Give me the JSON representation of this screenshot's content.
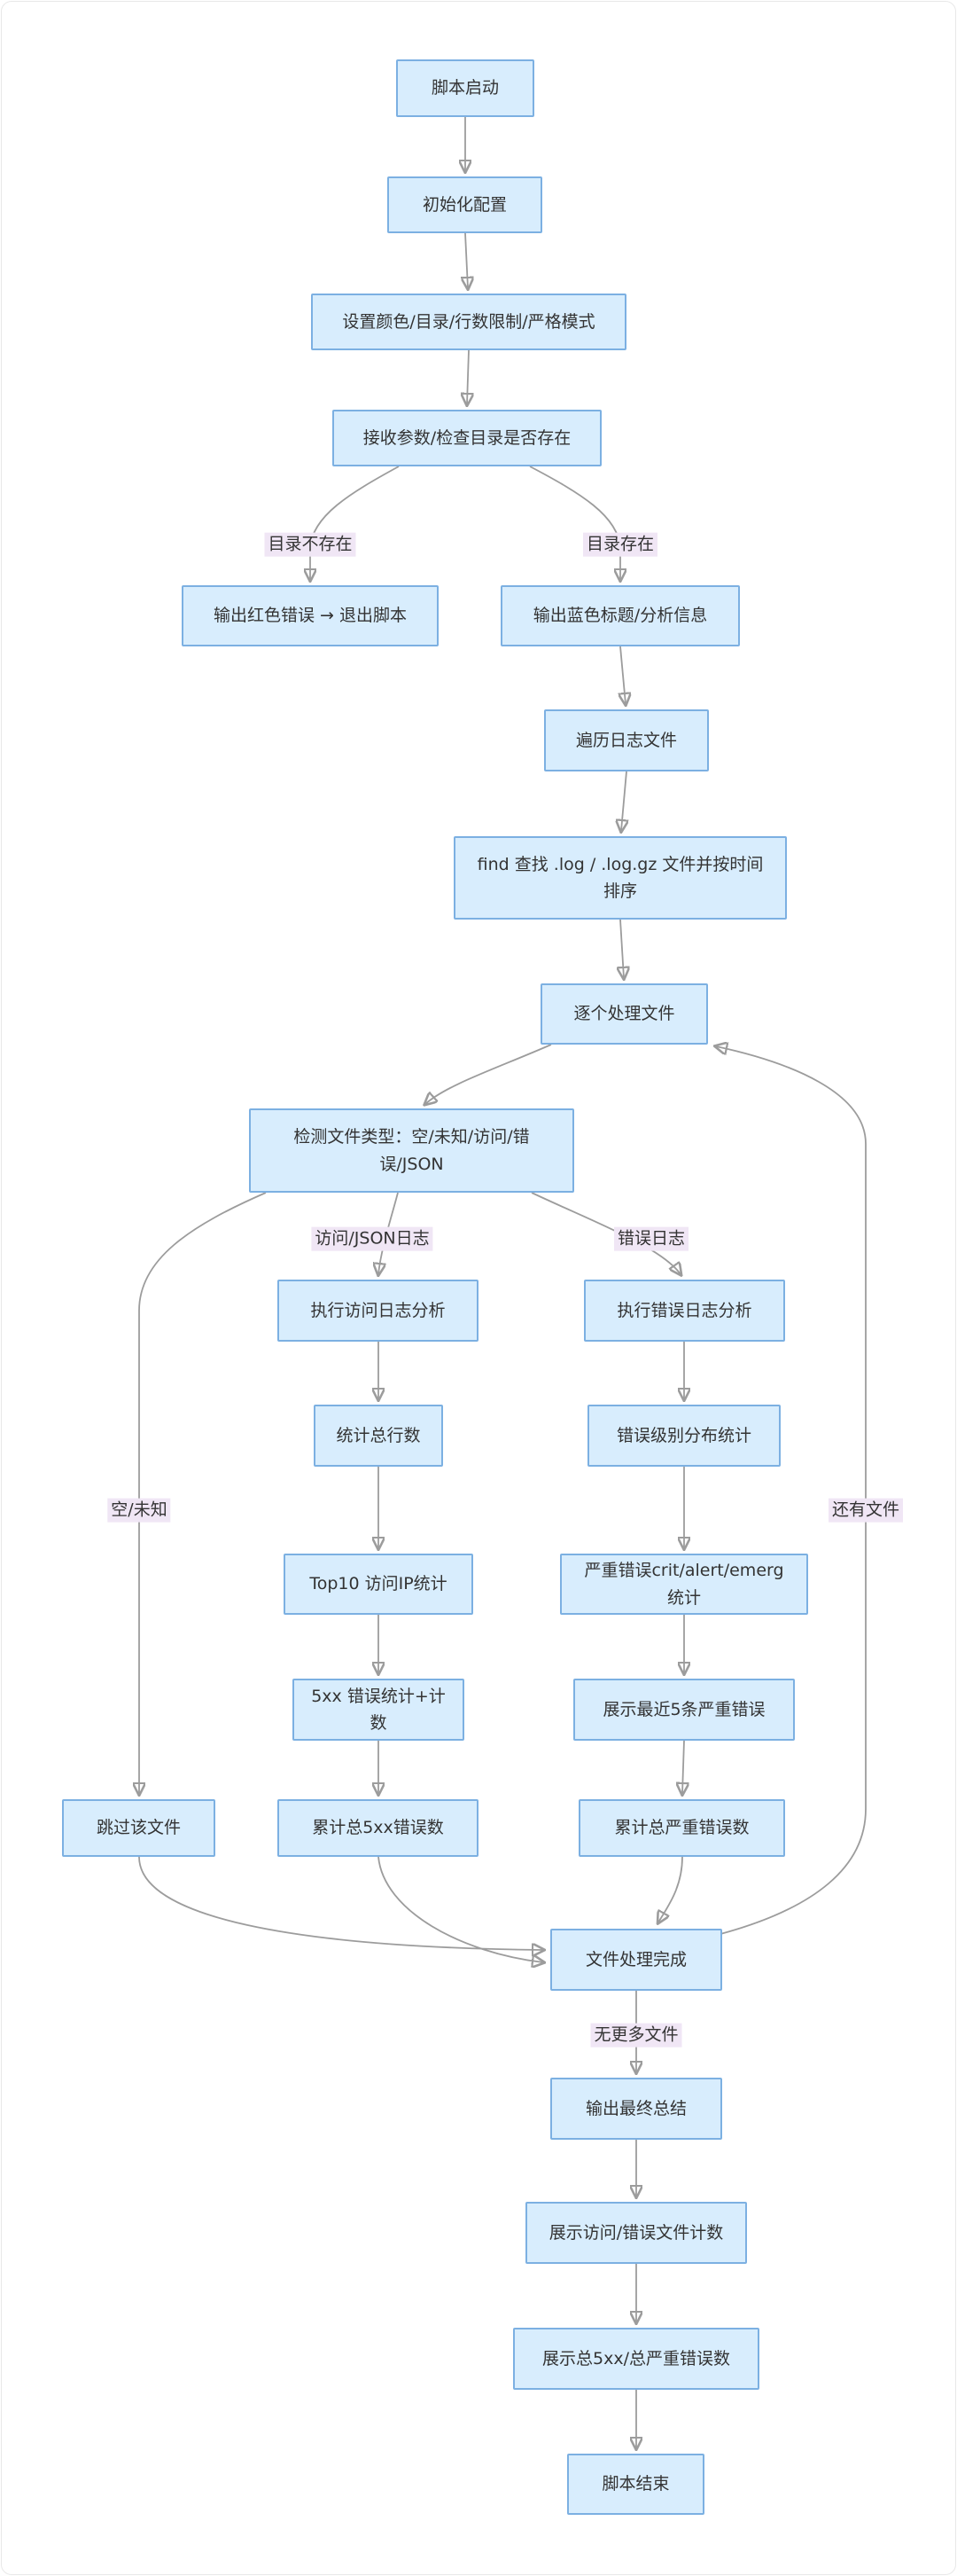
{
  "diagram": {
    "title": "log-analysis-script-flowchart",
    "colors": {
      "node_fill": "#D8EDFD",
      "node_border": "#7CB0E2",
      "edge_line": "#9C9C9C",
      "arrow": "#8F8F8F",
      "label_bg": "#F0E6F5",
      "text": "#333333",
      "canvas": "#FFFFFF",
      "frame": "#E8E8E8"
    },
    "nodes": {
      "script_start": {
        "label": "脚本启动"
      },
      "init_config": {
        "label": "初始化配置"
      },
      "setup_options": {
        "label": "设置颜色/目录/行数限制/严格模式"
      },
      "check_args": {
        "label": "接收参数/检查目录是否存在"
      },
      "red_error": {
        "label": "输出红色错误 → 退出脚本"
      },
      "blue_title": {
        "label": "输出蓝色标题/分析信息"
      },
      "traverse_logs": {
        "label": "遍历日志文件"
      },
      "find_files": {
        "label": "find 查找 .log / .log.gz 文件并按时间排序"
      },
      "process_each": {
        "label": "逐个处理文件"
      },
      "detect_type": {
        "label": "检测文件类型：空/未知/访问/错误/JSON"
      },
      "access_analysis": {
        "label": "执行访问日志分析"
      },
      "error_analysis": {
        "label": "执行错误日志分析"
      },
      "count_lines": {
        "label": "统计总行数"
      },
      "error_levels": {
        "label": "错误级别分布统计"
      },
      "top10_ip": {
        "label": "Top10 访问IP统计"
      },
      "crit_stats": {
        "label": "严重错误crit/alert/emerg统计"
      },
      "fivexx_count": {
        "label": "5xx 错误统计+计数"
      },
      "recent_crit": {
        "label": "展示最近5条严重错误"
      },
      "skip_file": {
        "label": "跳过该文件"
      },
      "total_5xx": {
        "label": "累计总5xx错误数"
      },
      "total_crit": {
        "label": "累计总严重错误数"
      },
      "file_done": {
        "label": "文件处理完成"
      },
      "final_summary": {
        "label": "输出最终总结"
      },
      "show_counts": {
        "label": "展示访问/错误文件计数"
      },
      "show_totals": {
        "label": "展示总5xx/总严重错误数"
      },
      "script_end": {
        "label": "脚本结束"
      }
    },
    "edge_labels": {
      "dir_not_exist": {
        "label": "目录不存在"
      },
      "dir_exist": {
        "label": "目录存在"
      },
      "access_json": {
        "label": "访问/JSON日志"
      },
      "error_log": {
        "label": "错误日志"
      },
      "empty_unknown": {
        "label": "空/未知"
      },
      "more_files": {
        "label": "还有文件"
      },
      "no_more_files": {
        "label": "无更多文件"
      }
    }
  }
}
